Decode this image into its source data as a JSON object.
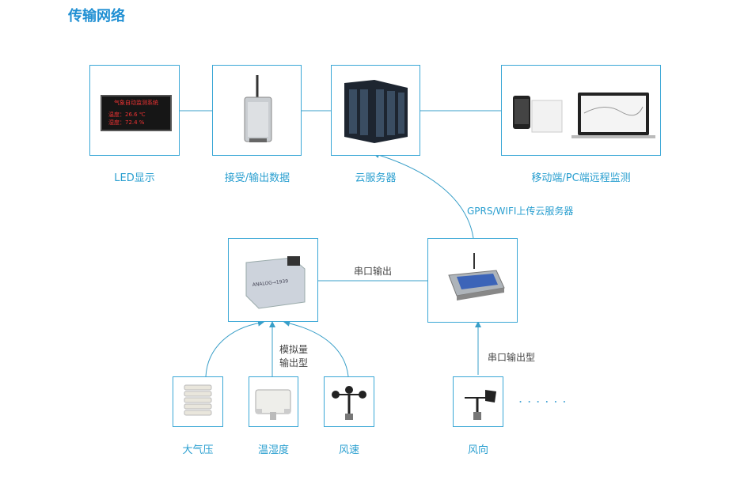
{
  "title": "传输网络",
  "nodes": {
    "led": {
      "label": "LED显示",
      "screen_title": "气象自动监测系统",
      "line1": "温度：26.6 ℃",
      "line2": "湿度：72.4 %"
    },
    "transceiver": {
      "label": "接受/输出数据"
    },
    "server": {
      "label": "云服务器"
    },
    "monitor": {
      "label": "移动端/PC端远程监测"
    },
    "analog": {
      "device_text": "ANALOG→1939"
    },
    "logger": {},
    "pressure": {
      "label": "大气压"
    },
    "humidity": {
      "label": "温湿度"
    },
    "windspeed": {
      "label": "风速"
    },
    "winddir": {
      "label": "风向"
    }
  },
  "edges": {
    "upload": "GPRS/WIFI上传云服务器",
    "serial": "串口输出",
    "analog_line1": "模拟量",
    "analog_line2": "输出型",
    "serial_type": "串口输出型"
  },
  "more": "......",
  "colors": {
    "accent": "#1f8fd3",
    "border": "#3aa7d6",
    "label": "#2a9fd0"
  }
}
